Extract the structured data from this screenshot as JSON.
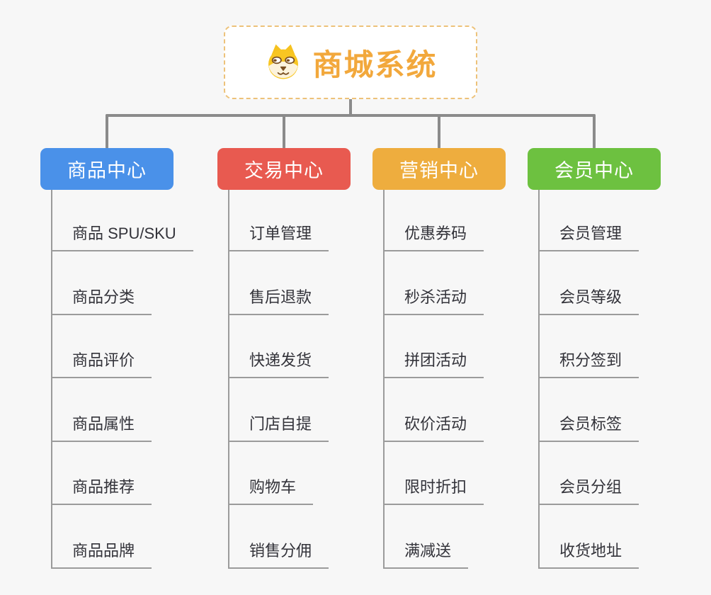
{
  "root": {
    "title": "商城系统",
    "icon": "dog-face-icon"
  },
  "branches": [
    {
      "label": "商品中心",
      "color": "#4a91e9",
      "items": [
        "商品 SPU/SKU",
        "商品分类",
        "商品评价",
        "商品属性",
        "商品推荐",
        "商品品牌"
      ]
    },
    {
      "label": "交易中心",
      "color": "#e85a50",
      "items": [
        "订单管理",
        "售后退款",
        "快递发货",
        "门店自提",
        "购物车",
        "销售分佣"
      ]
    },
    {
      "label": "营销中心",
      "color": "#eead3e",
      "items": [
        "优惠券码",
        "秒杀活动",
        "拼团活动",
        "砍价活动",
        "限时折扣",
        "满减送"
      ]
    },
    {
      "label": "会员中心",
      "color": "#6dc140",
      "items": [
        "会员管理",
        "会员等级",
        "积分签到",
        "会员标签",
        "会员分组",
        "收货地址"
      ]
    }
  ],
  "colors": {
    "background": "#f7f7f7",
    "connector_line": "#8b8b8b",
    "node_underline": "#9b9b9b",
    "item_text": "#33333a",
    "root_text": "#f2a83c",
    "root_border_dashed": "#edc27a",
    "root_background": "#ffffff",
    "header_text": "#ffffff"
  }
}
